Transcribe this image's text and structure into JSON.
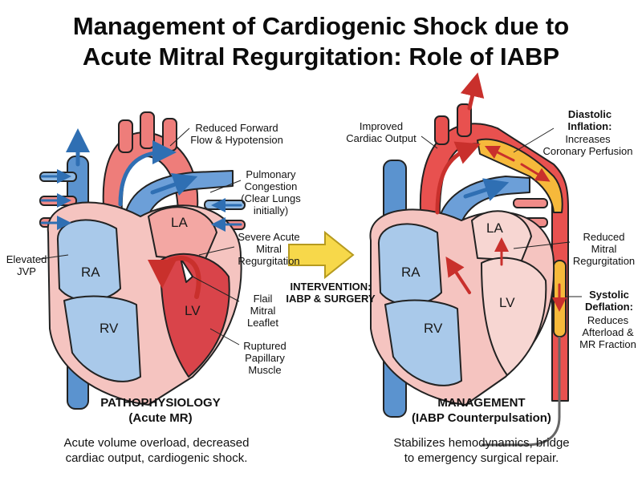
{
  "title_line1": "Management of Cardiogenic Shock due to",
  "title_line2": "Acute Mitral Regurgitation: Role of IABP",
  "left": {
    "labels": {
      "reduced_forward": "Reduced Forward\nFlow & Hypotension",
      "pulmonary": "Pulmonary\nCongestion\n(Clear Lungs\ninitially)",
      "severe_mr": "Severe Acute\nMitral\nRegurgitation",
      "elevated_jvp": "Elevated\nJVP",
      "flail": "Flail\nMitral\nLeaflet",
      "ruptured": "Ruptured\nPapillary\nMuscle"
    },
    "chambers": {
      "la": "LA",
      "ra": "RA",
      "lv": "LV",
      "rv": "RV"
    },
    "section_title": "PATHOPHYSIOLOGY\n(Acute MR)",
    "section_desc": "Acute volume overload, decreased\ncardiac output, cardiogenic shock."
  },
  "intervention": "INTERVENTION:\nIABP & SURGERY",
  "right": {
    "labels": {
      "improved": "Improved\nCardiac Output",
      "diastolic_title": "Diastolic\nInflation:",
      "diastolic_desc": "Increases\nCoronary Perfusion",
      "reduced_mr": "Reduced\nMitral\nRegurgitation",
      "systolic_title": "Systolic\nDeflation:",
      "systolic_desc": "Reduces\nAfterload &\nMR Fraction"
    },
    "chambers": {
      "la": "LA",
      "ra": "RA",
      "lv": "LV",
      "rv": "RV"
    },
    "section_title": "MANAGEMENT\n(IABP Counterpulsation)",
    "section_desc": "Stabilizes hemodynamics, bridge\nto emergency surgical repair."
  },
  "icons": {
    "left_heart": "heart-illustration",
    "right_heart": "heart-with-iabp-illustration",
    "intervention_arrow": "arrow-right-icon"
  },
  "colors": {
    "oxygenated": "#e8514f",
    "deoxygenated": "#4a86c5",
    "heart_wall": "#f5c4c0",
    "balloon": "#f6b93b",
    "intervention_arrow": "#f7d84a"
  }
}
